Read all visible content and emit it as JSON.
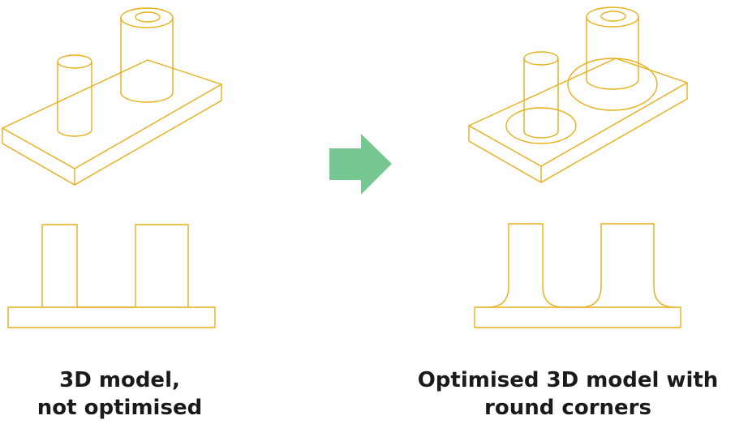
{
  "colors": {
    "outline": "#E8AE17",
    "arrow": "#77C792",
    "text": "#1a1a1a",
    "background": "#ffffff"
  },
  "arrow_icon": "right-arrow-icon",
  "left_panel": {
    "caption_line1": "3D model,",
    "caption_line2": "not optimised"
  },
  "right_panel": {
    "caption_line1": "Optimised 3D model with",
    "caption_line2": "round corners"
  }
}
